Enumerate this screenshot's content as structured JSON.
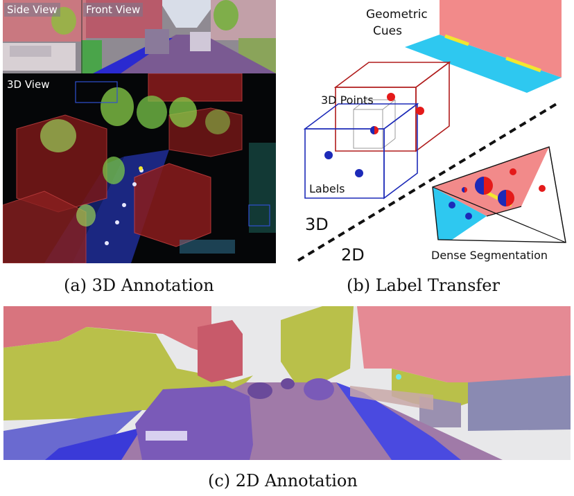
{
  "panel_a": {
    "side_view_label": "Side View",
    "front_view_label": "Front View",
    "view_3d_label": "3D View",
    "caption": "(a) 3D Annotation"
  },
  "panel_b": {
    "geometric_cues_label_1": "Geometric",
    "geometric_cues_label_2": "Cues",
    "points_label": "3D Points",
    "labels_label": "Labels",
    "label_3d": "3D",
    "label_2d": "2D",
    "dense_seg_label": "Dense Segmentation",
    "caption": "(b) Label Transfer"
  },
  "panel_c": {
    "caption": "(c) 2D Annotation"
  },
  "colors": {
    "building": "#e06a78",
    "vegetation": "#b5c14a",
    "road": "#8a6aa0",
    "sidewalk": "#3a3ad8",
    "car": "#7a5ab0",
    "wall": "#7a7aa0",
    "ground_cue": "#2ec8f0",
    "wall_cue": "#f28a8a",
    "cue_line": "#f2e630",
    "label_box": "#1c2ab8",
    "point_box": "#b01c1c"
  }
}
